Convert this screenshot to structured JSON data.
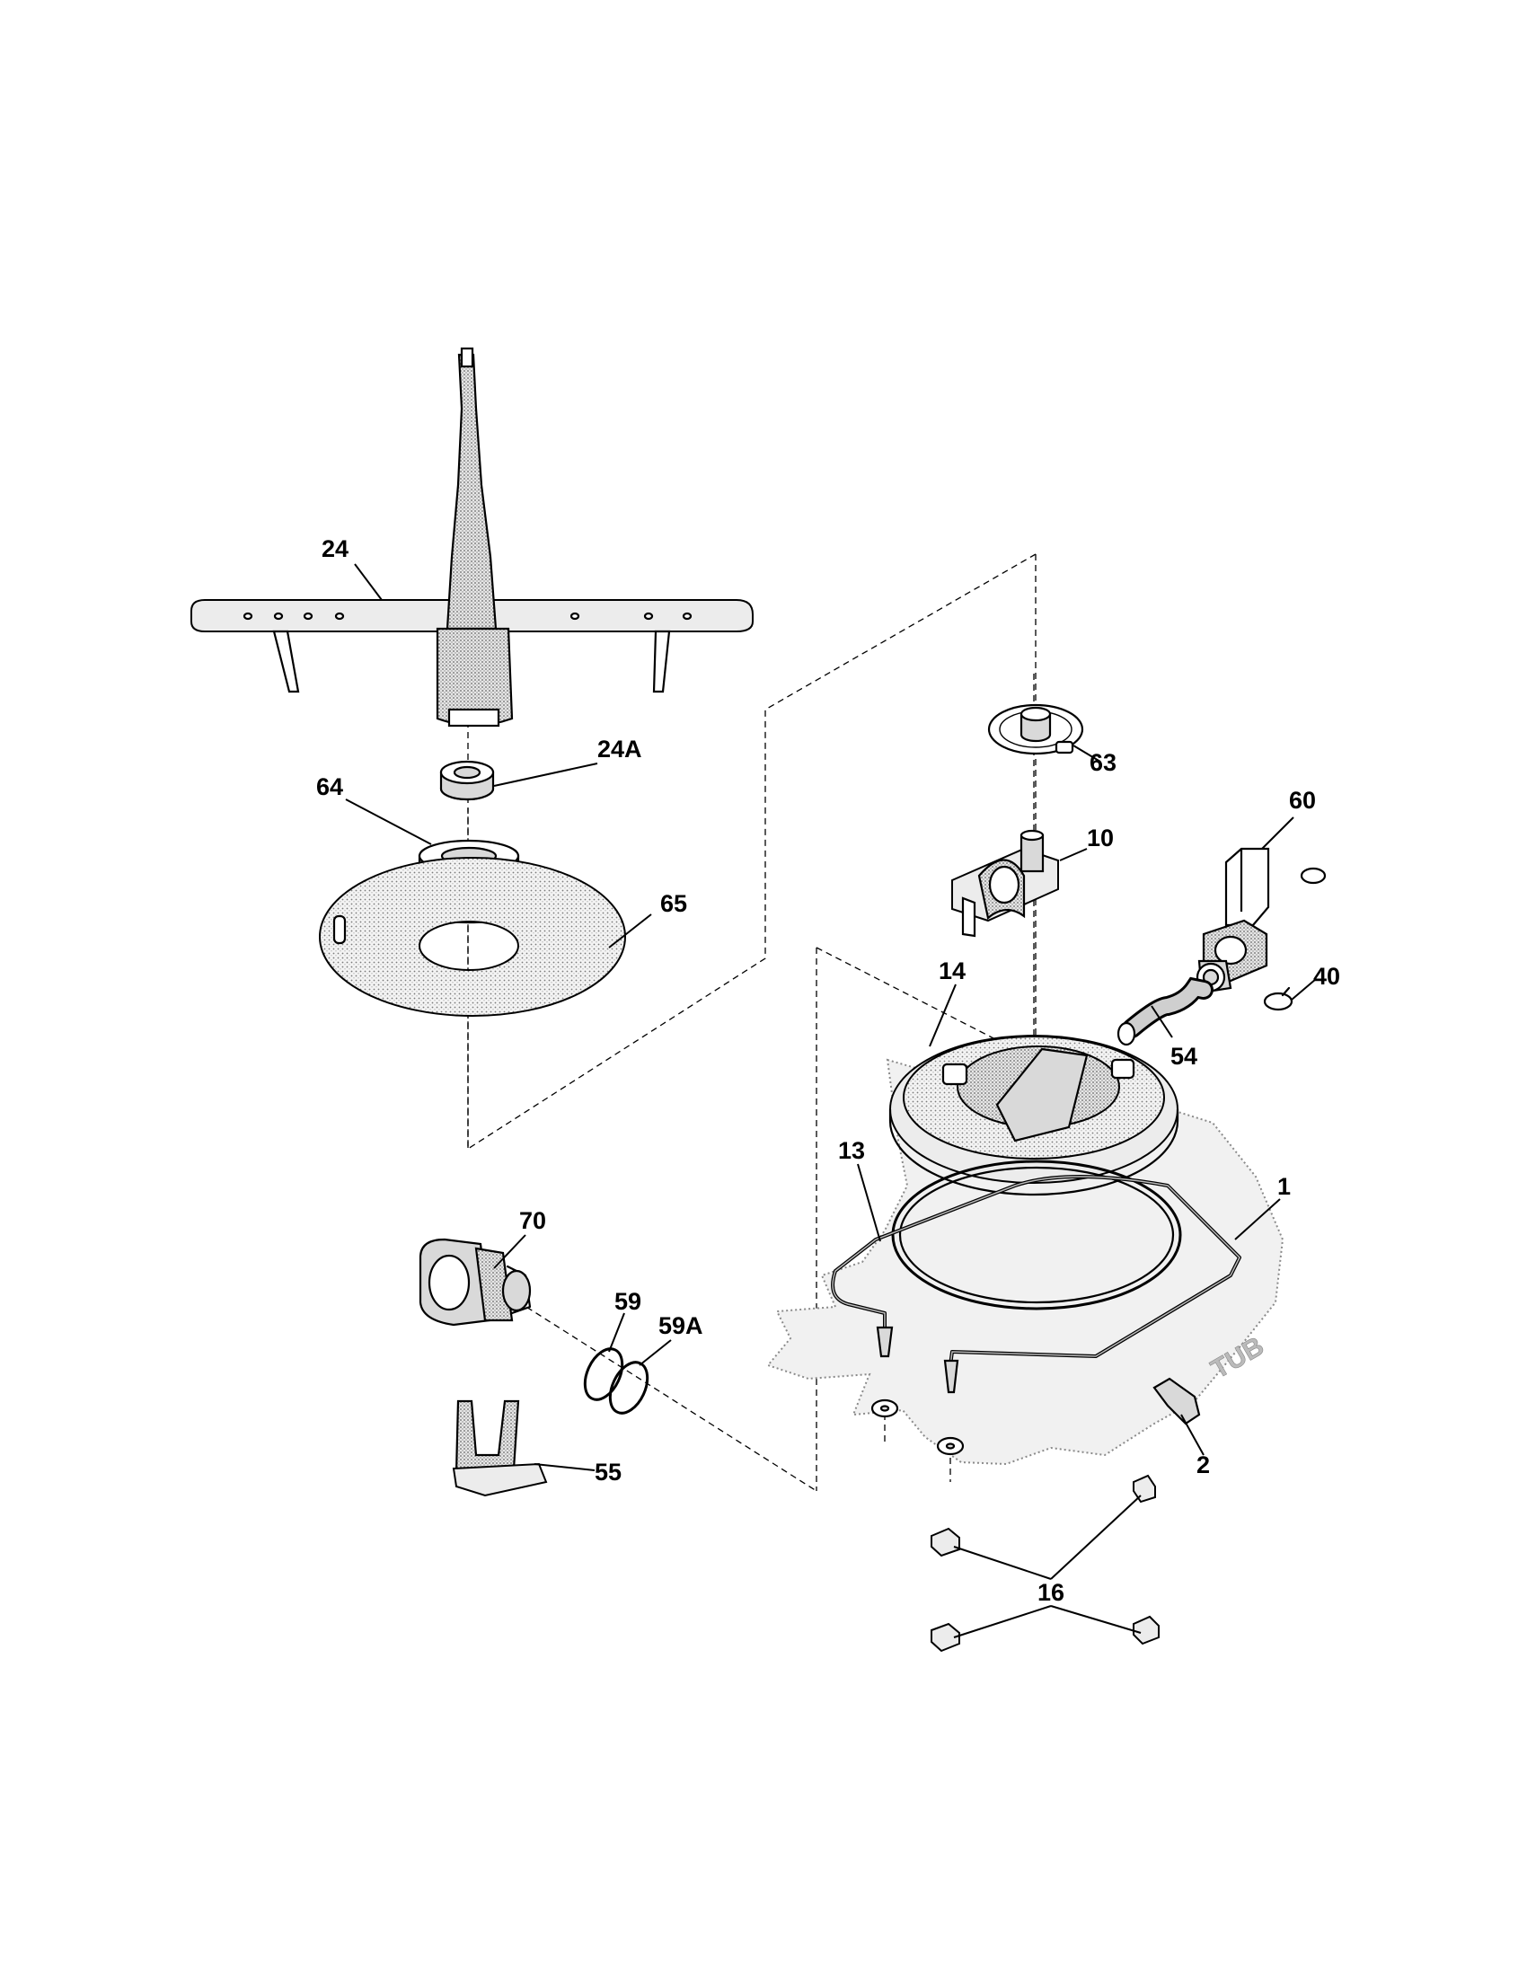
{
  "diagram": {
    "labels": {
      "p24": "24",
      "p24A": "24A",
      "p64": "64",
      "p65": "65",
      "p63": "63",
      "p60": "60",
      "p10": "10",
      "p40": "40",
      "p54": "54",
      "p14": "14",
      "p13": "13",
      "p1": "1",
      "p70": "70",
      "p59": "59",
      "p59A": "59A",
      "p55": "55",
      "p2": "2",
      "p16": "16"
    },
    "tub_text": "TUB"
  }
}
